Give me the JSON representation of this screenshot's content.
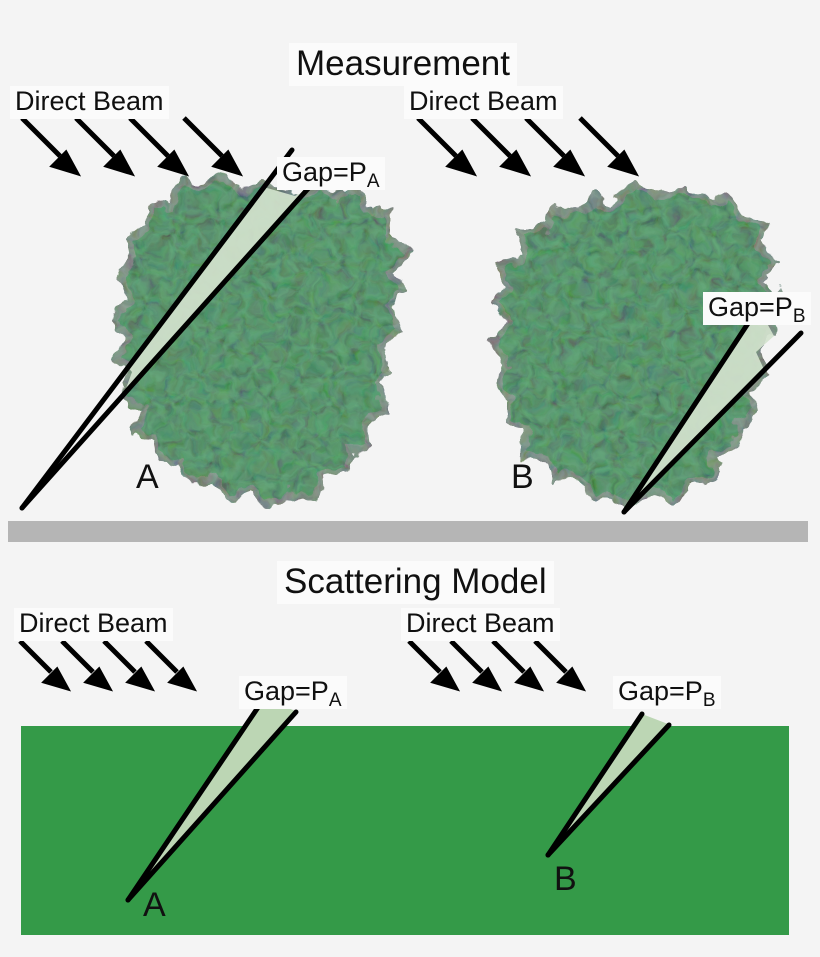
{
  "background_color": "#f4f4f4",
  "colors": {
    "blob_fill": "#66a87c",
    "blob_mottle": "#579b6e",
    "blob_outline": "#8fa396",
    "gap_wedge_measurement": "#d2e2cd",
    "model_rect_fill": "#349a48",
    "gap_wedge_model": "#bcd6b4",
    "divider_bar": "#b5b5b5",
    "line_black": "#000000",
    "label_background": "#fbfbfb",
    "text": "#101010"
  },
  "panels": [
    {
      "id": "measurement",
      "title": "Measurement",
      "beams": [
        {
          "id": "beam-left",
          "label": "Direct Beam",
          "arrow_count": 4
        },
        {
          "id": "beam-right",
          "label": "Direct Beam",
          "arrow_count": 4
        }
      ],
      "samples": [
        {
          "id": "sample-a",
          "letter": "A",
          "gap_prefix": "Gap=P",
          "gap_subscript": "A",
          "shape": "rough-aggregate-blob"
        },
        {
          "id": "sample-b",
          "letter": "B",
          "gap_prefix": "Gap=P",
          "gap_subscript": "B",
          "shape": "rough-aggregate-blob"
        }
      ]
    },
    {
      "id": "scattering-model",
      "title": "Scattering Model",
      "beams": [
        {
          "id": "beam-left",
          "label": "Direct Beam",
          "arrow_count": 4
        },
        {
          "id": "beam-right",
          "label": "Direct Beam",
          "arrow_count": 4
        }
      ],
      "samples": [
        {
          "id": "model-a",
          "letter": "A",
          "gap_prefix": "Gap=P",
          "gap_subscript": "A",
          "shape": "flat-slab"
        },
        {
          "id": "model-b",
          "letter": "B",
          "gap_prefix": "Gap=P",
          "gap_subscript": "B",
          "shape": "flat-slab"
        }
      ]
    }
  ],
  "divider": {
    "id": "divider-bar"
  }
}
